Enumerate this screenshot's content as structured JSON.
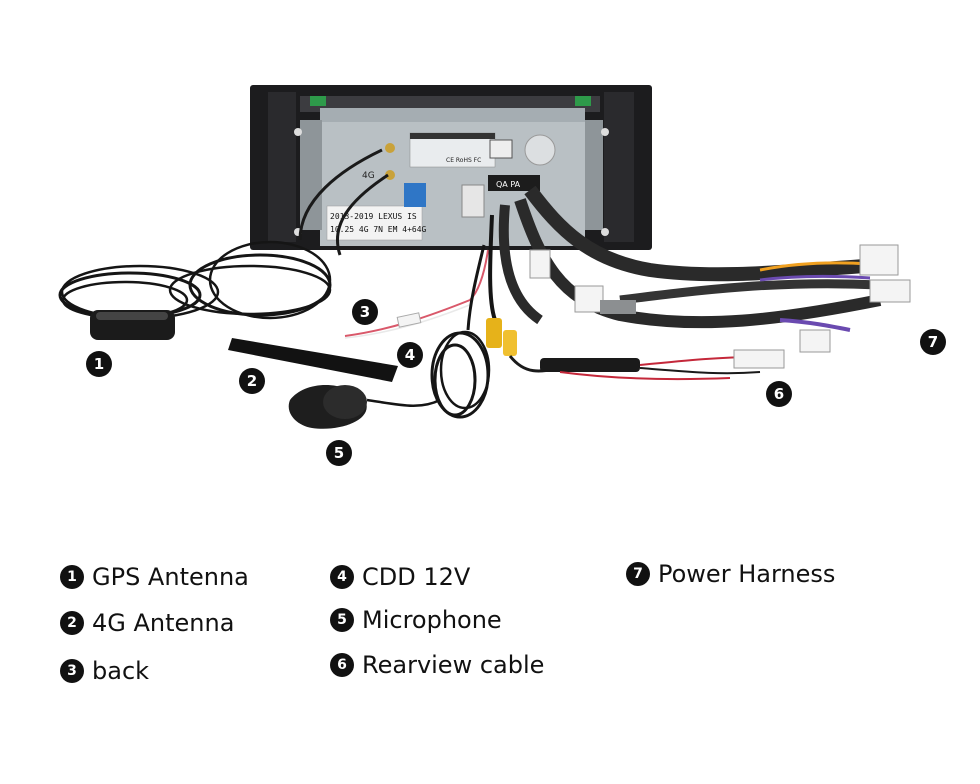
{
  "device": {
    "sticker_line1": "2013-2019 LEXUS IS",
    "sticker_line2": "10.25 4G 7N EM 4+64G",
    "port_label_4g": "4G",
    "port_label_qa": "QA PA",
    "cert_marks": "CE RoHS FC"
  },
  "callouts": [
    {
      "num": "1"
    },
    {
      "num": "2"
    },
    {
      "num": "3"
    },
    {
      "num": "4"
    },
    {
      "num": "5"
    },
    {
      "num": "6"
    },
    {
      "num": "7"
    }
  ],
  "legend": [
    {
      "num": "1",
      "label": "GPS Antenna"
    },
    {
      "num": "2",
      "label": "4G Antenna"
    },
    {
      "num": "3",
      "label": "back"
    },
    {
      "num": "4",
      "label": "CDD 12V"
    },
    {
      "num": "5",
      "label": "Microphone"
    },
    {
      "num": "6",
      "label": "Rearview cable"
    },
    {
      "num": "7",
      "label": "Power Harness"
    }
  ]
}
